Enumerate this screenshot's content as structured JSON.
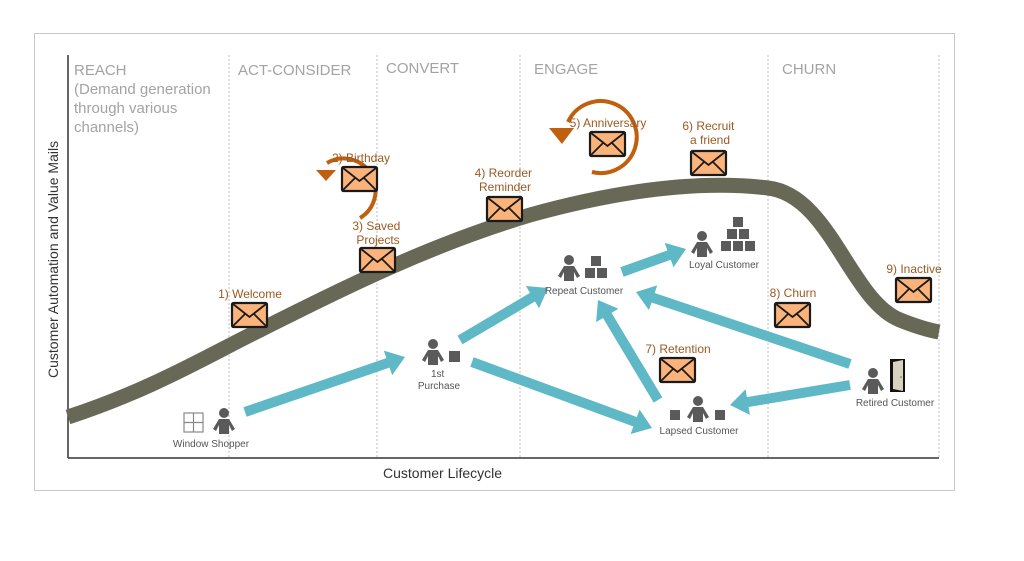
{
  "axes": {
    "x_label": "Customer Lifecycle",
    "y_label": "Customer Automation and Value Mails"
  },
  "stages": [
    {
      "id": "reach",
      "lines": [
        "REACH",
        "(Demand generation",
        "through various",
        "channels)"
      ]
    },
    {
      "id": "act-consider",
      "lines": [
        "ACT-CONSIDER"
      ]
    },
    {
      "id": "convert",
      "lines": [
        "CONVERT"
      ]
    },
    {
      "id": "engage",
      "lines": [
        "ENGAGE"
      ]
    },
    {
      "id": "churn",
      "lines": [
        "CHURN"
      ]
    }
  ],
  "mails": [
    {
      "id": "welcome",
      "lines": [
        "1) Welcome"
      ],
      "recurring": false
    },
    {
      "id": "birthday",
      "lines": [
        "2) Birthday"
      ],
      "recurring": true
    },
    {
      "id": "saved-projects",
      "lines": [
        "3) Saved",
        "Projects"
      ],
      "recurring": false
    },
    {
      "id": "reorder-reminder",
      "lines": [
        "4) Reorder",
        "Reminder"
      ],
      "recurring": false
    },
    {
      "id": "anniversary",
      "lines": [
        "5) Anniversary"
      ],
      "recurring": true
    },
    {
      "id": "recruit-a-friend",
      "lines": [
        "6) Recruit",
        "a friend"
      ],
      "recurring": false
    },
    {
      "id": "retention",
      "lines": [
        "7) Retention"
      ],
      "recurring": false
    },
    {
      "id": "churn",
      "lines": [
        "8) Churn"
      ],
      "recurring": false
    },
    {
      "id": "inactive",
      "lines": [
        "9) Inactive"
      ],
      "recurring": false
    }
  ],
  "customers": [
    {
      "id": "window-shopper",
      "lines": [
        "Window Shopper"
      ]
    },
    {
      "id": "first-purchase",
      "lines": [
        "1st",
        "Purchase"
      ]
    },
    {
      "id": "repeat-customer",
      "lines": [
        "Repeat Customer"
      ]
    },
    {
      "id": "loyal-customer",
      "lines": [
        "Loyal Customer"
      ]
    },
    {
      "id": "lapsed-customer",
      "lines": [
        "Lapsed Customer"
      ]
    },
    {
      "id": "retired-customer",
      "lines": [
        "Retired Customer"
      ]
    }
  ],
  "flows": [
    {
      "from": "window-shopper",
      "to": "first-purchase"
    },
    {
      "from": "first-purchase",
      "to": "repeat-customer"
    },
    {
      "from": "first-purchase",
      "to": "lapsed-customer"
    },
    {
      "from": "repeat-customer",
      "to": "loyal-customer"
    },
    {
      "from": "lapsed-customer",
      "to": "repeat-customer"
    },
    {
      "from": "retired-customer",
      "to": "repeat-customer"
    },
    {
      "from": "retired-customer",
      "to": "lapsed-customer"
    }
  ],
  "colors": {
    "curve": "#676856",
    "arrow": "#5fb8c6",
    "mail_fill": "#fbb37b",
    "mail_stroke": "#1a1a1a",
    "recurring_arrow": "#c0600f",
    "mail_label": "#9a5a22",
    "person": "#5a5a5a",
    "stage_title": "#a3a3a3"
  }
}
